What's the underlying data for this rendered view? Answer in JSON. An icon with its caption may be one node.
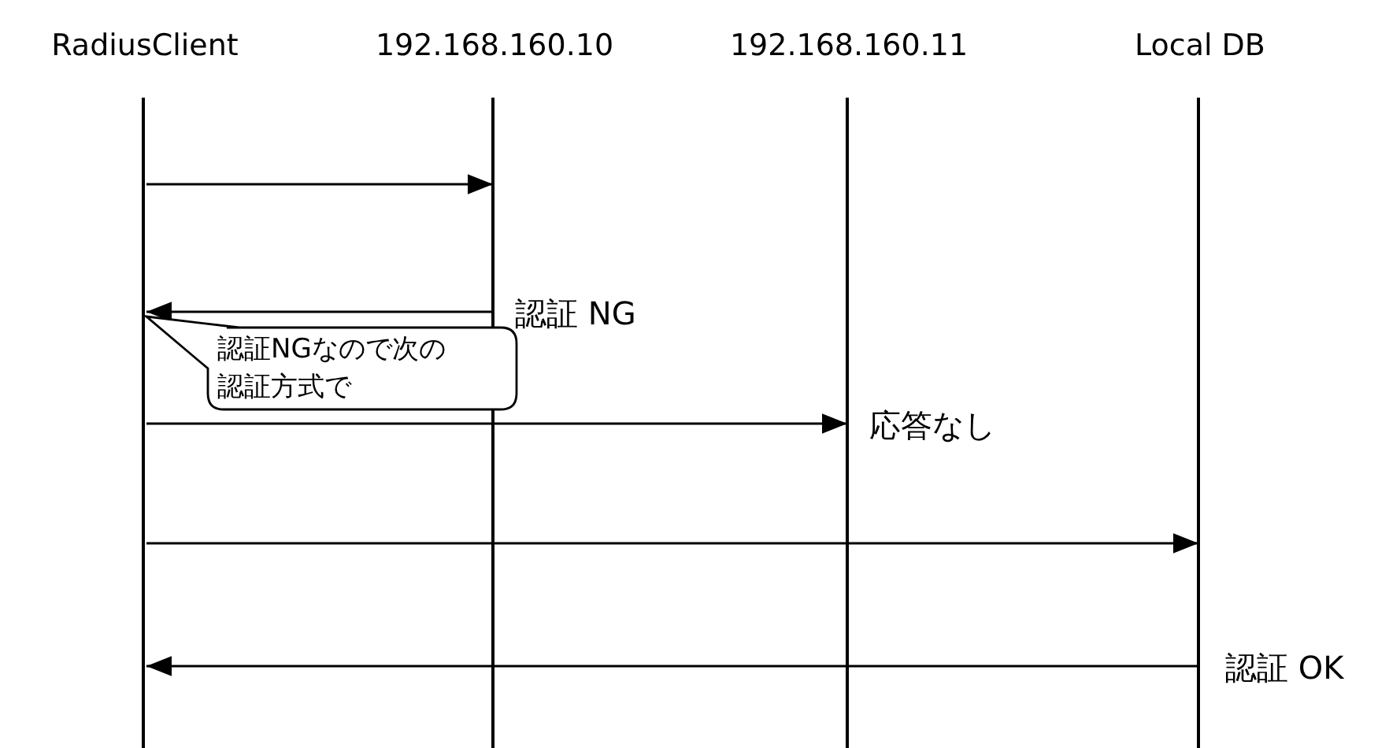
{
  "diagram": {
    "nodes": [
      {
        "text": [
          "RadiusClient"
        ]
      },
      {
        "text": [
          "192.168.160.10"
        ]
      },
      {
        "text": [
          "192.168.160.11"
        ]
      },
      {
        "text": [
          "Local DB"
        ]
      },
      {
        "text": [
          "認証NGなので次の認証方式で"
        ]
      }
    ],
    "edges": [
      {
        "from": 0,
        "to": 1,
        "arrow": "to"
      },
      {
        "from": 1,
        "to": 0,
        "arrow": "to",
        "label": "認証 NG"
      },
      {
        "from": 0,
        "to": 2,
        "arrow": "to",
        "label": "応答なし"
      },
      {
        "from": 0,
        "to": 3,
        "arrow": "to"
      },
      {
        "from": 3,
        "to": 0,
        "arrow": "to",
        "label": "認証 OK"
      }
    ]
  }
}
